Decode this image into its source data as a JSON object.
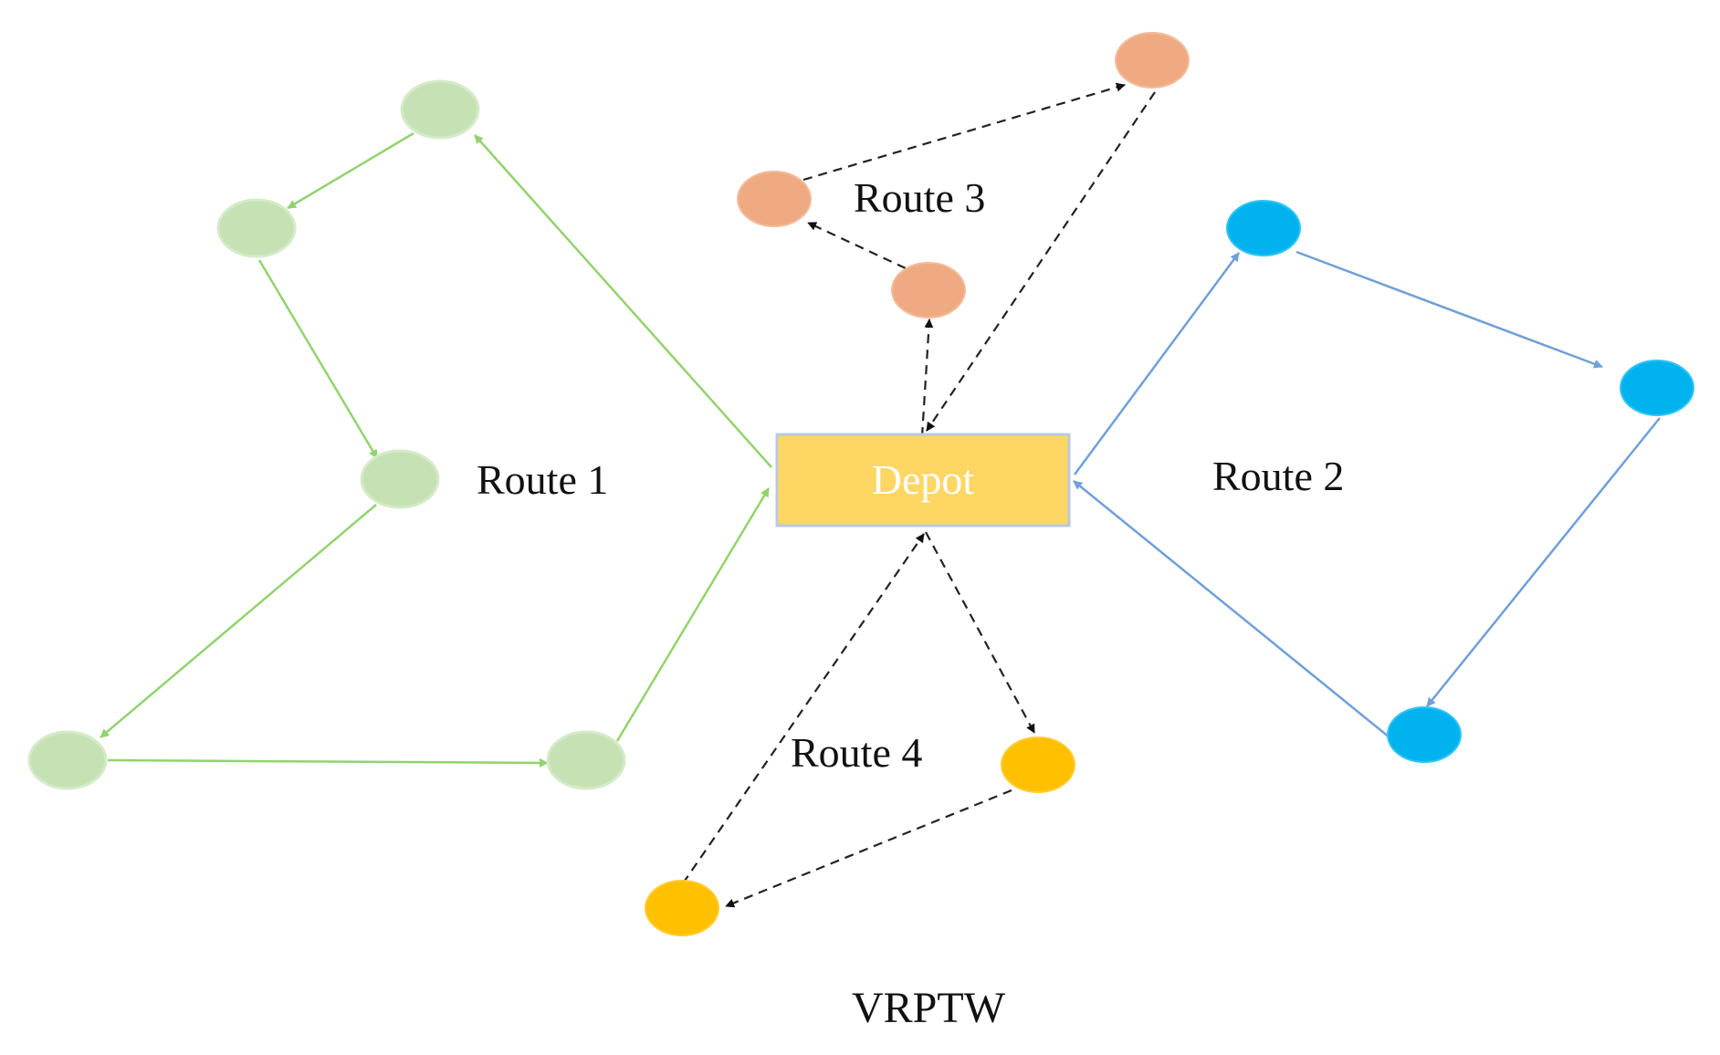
{
  "depot": {
    "label": "Depot",
    "fill": "#fdd663",
    "stroke": "#b8c9e0",
    "text_color": "#ffffff"
  },
  "routes": [
    {
      "id": "route1",
      "label": "Route 1",
      "color": "#92d36e",
      "node_fill": "#c6e2b5",
      "style": "solid"
    },
    {
      "id": "route2",
      "label": "Route 2",
      "color": "#6fa0d8",
      "node_fill": "#00b3ef",
      "style": "solid"
    },
    {
      "id": "route3",
      "label": "Route 3",
      "color": "#222222",
      "node_fill": "#f0aa82",
      "style": "dashed"
    },
    {
      "id": "route4",
      "label": "Route 4",
      "color": "#222222",
      "node_fill": "#ffc000",
      "style": "dashed"
    }
  ],
  "caption": "VRPTW"
}
